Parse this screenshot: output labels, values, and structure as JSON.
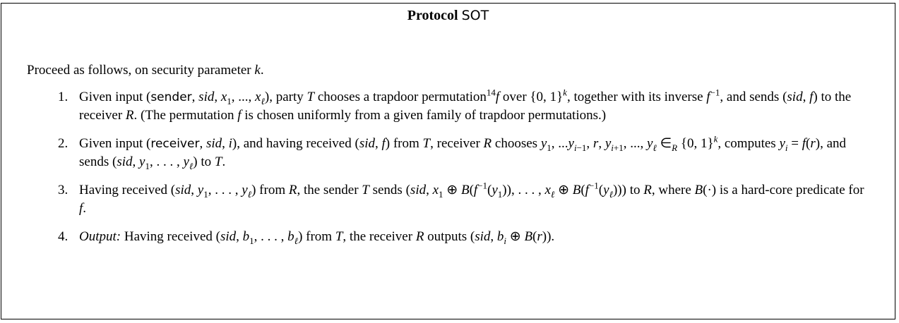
{
  "title": {
    "keyword": "Protocol",
    "name": "SOT"
  },
  "intro": "Proceed as follows, on security parameter k.",
  "steps": [
    {
      "num": "1.",
      "text": "Given input (sender, sid, x1, ..., xℓ), party T chooses a trapdoor permutation14 f over {0,1}k, together with its inverse f−1, and sends (sid, f) to the receiver R. (The permutation f is chosen uniformly from a given family of trapdoor permutations.)"
    },
    {
      "num": "2.",
      "text": "Given input (receiver, sid, i), and having received (sid, f) from T, receiver R chooses y1, ...yi−1, r, yi+1, ..., yℓ ∈R {0,1}k, computes yi = f(r), and sends (sid, y1, . . . , yℓ) to T."
    },
    {
      "num": "3.",
      "text": "Having received (sid, y1, . . . , yℓ) from R, the sender T sends (sid, x1 ⊕ B(f−1(y1)), . . . , xℓ ⊕ B(f−1(yℓ))) to R, where B(·) is a hard-core predicate for f."
    },
    {
      "num": "4.",
      "label": "Output:",
      "text": "Having received (sid, b1, . . . , bℓ) from T, the receiver R outputs (sid, bi ⊕ B(r))."
    }
  ]
}
